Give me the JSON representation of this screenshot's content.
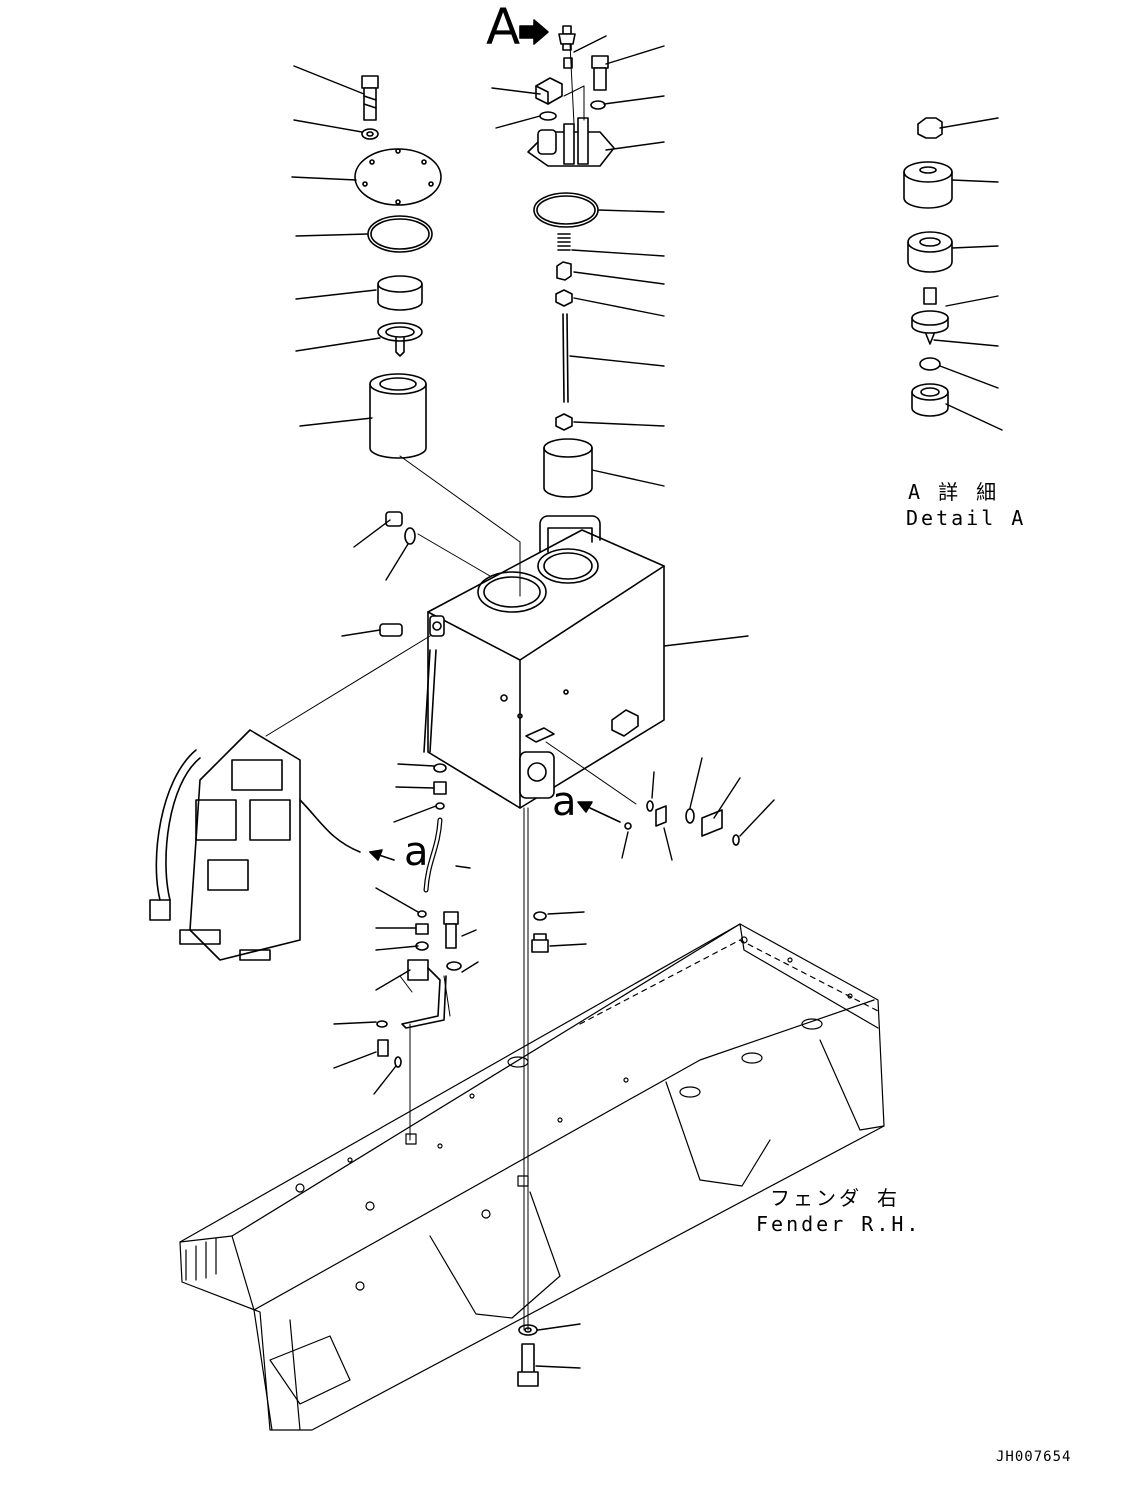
{
  "labels": {
    "view_a": "A",
    "view_a_lower": "a",
    "view_a_lower_2": "a",
    "detail_a_jp": "A 詳 細",
    "detail_a_en": "Detail A",
    "fender_jp": "フェンダ 右",
    "fender_en": "Fender R.H.",
    "drawing_number": "JH007654"
  },
  "colors": {
    "line": "#000000",
    "paper": "#ffffff"
  }
}
